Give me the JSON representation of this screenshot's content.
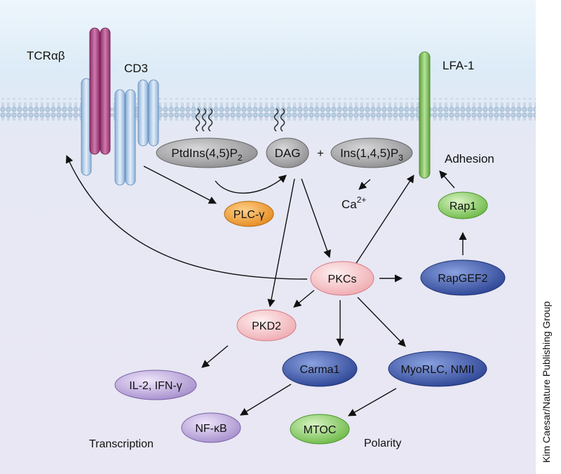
{
  "labels": {
    "tcr": "TCRαβ",
    "cd3": "CD3",
    "lfa1": "LFA-1",
    "adhesion": "Adhesion",
    "plus": "+",
    "ca_base": "Ca",
    "ca_sup": "2+",
    "transcription": "Transcription",
    "polarity": "Polarity",
    "credit": "Kim Caesar/Nature Publishing Group"
  },
  "nodes": {
    "ptdins_base": "PtdIns(4,5)P",
    "ptdins_sub": "2",
    "dag": "DAG",
    "ins_base": "Ins(1,4,5)P",
    "ins_sub": "3",
    "plc": "PLC-γ",
    "rap1": "Rap1",
    "pkcs": "PKCs",
    "rapgef2": "RapGEF2",
    "pkd2": "PKD2",
    "carma1": "Carma1",
    "myorlc": "MyoRLC, NMII",
    "il2": "IL-2, IFN-γ",
    "nfkb": "NF-κB",
    "mtoc": "MTOC"
  },
  "colors": {
    "gray": "#a9a9ab",
    "orange": "#f0a543",
    "green": "#8ecf6a",
    "pink": "#f5c2c4",
    "blue": "#3d56a6",
    "purple": "#b49fd4",
    "receptor_blue": "#a9c6e4",
    "receptor_purple": "#b04c86",
    "lfa_green": "#8cc95f"
  }
}
